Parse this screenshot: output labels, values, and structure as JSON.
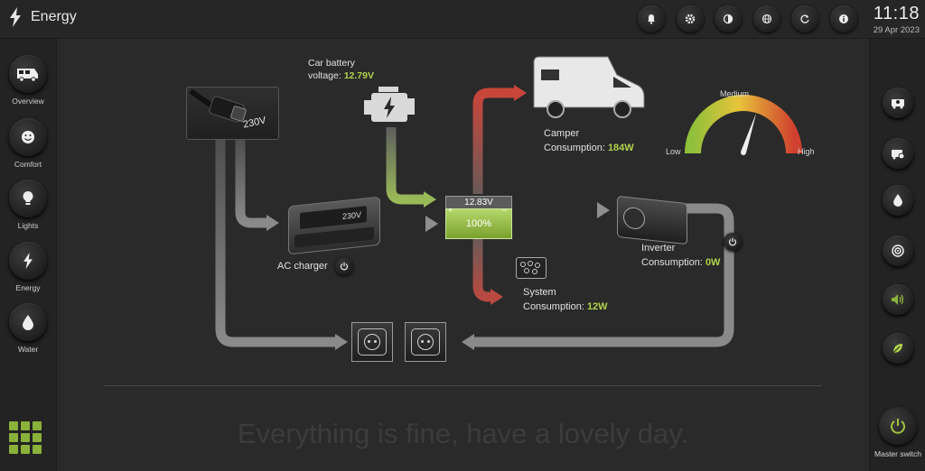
{
  "app": {
    "title": "Energy",
    "icon": "bolt-icon"
  },
  "clock": {
    "time": "11:18",
    "date": "29 Apr 2023"
  },
  "top_icons": [
    "bell-icon",
    "gear-icon",
    "contrast-icon",
    "globe-icon",
    "refresh-icon",
    "info-icon"
  ],
  "nav": {
    "items": [
      {
        "label": "Overview",
        "icon": "camper-van-icon"
      },
      {
        "label": "Comfort",
        "icon": "smiley-icon"
      },
      {
        "label": "Lights",
        "icon": "bulb-icon"
      },
      {
        "label": "Energy",
        "icon": "bolt-icon"
      },
      {
        "label": "Water",
        "icon": "drop-icon"
      }
    ]
  },
  "right_buttons": [
    "camper-settings-icon",
    "camper-alert-icon",
    "drop-icon",
    "target-icon",
    "speaker-icon",
    "leaf-icon"
  ],
  "master_switch": {
    "label": "Master switch"
  },
  "diagram": {
    "shore_power": {
      "voltage": "230V"
    },
    "car_battery": {
      "label": "Car battery",
      "voltage_prefix": "voltage:",
      "voltage": "12.79V"
    },
    "ac_charger": {
      "label": "AC charger",
      "display": "230V"
    },
    "battery": {
      "voltage": "12.83V",
      "level": "100%",
      "plus": "+",
      "minus": "−"
    },
    "camper": {
      "label": "Camper",
      "consumption_prefix": "Consumption:",
      "consumption": "184W"
    },
    "inverter": {
      "label": "Inverter",
      "consumption_prefix": "Consumption:",
      "consumption": "0W"
    },
    "system": {
      "label": "System",
      "consumption_prefix": "Consumption:",
      "consumption": "12W"
    },
    "gauge": {
      "low": "Low",
      "medium": "Medium",
      "high": "High",
      "level": 0.6
    }
  },
  "status_message": "Everything is fine, have a lovely day.",
  "colors": {
    "accent": "#b0d34a",
    "flow_in": "#9ab957",
    "flow_out": "#c9453a",
    "background": "#2a2a2a"
  }
}
